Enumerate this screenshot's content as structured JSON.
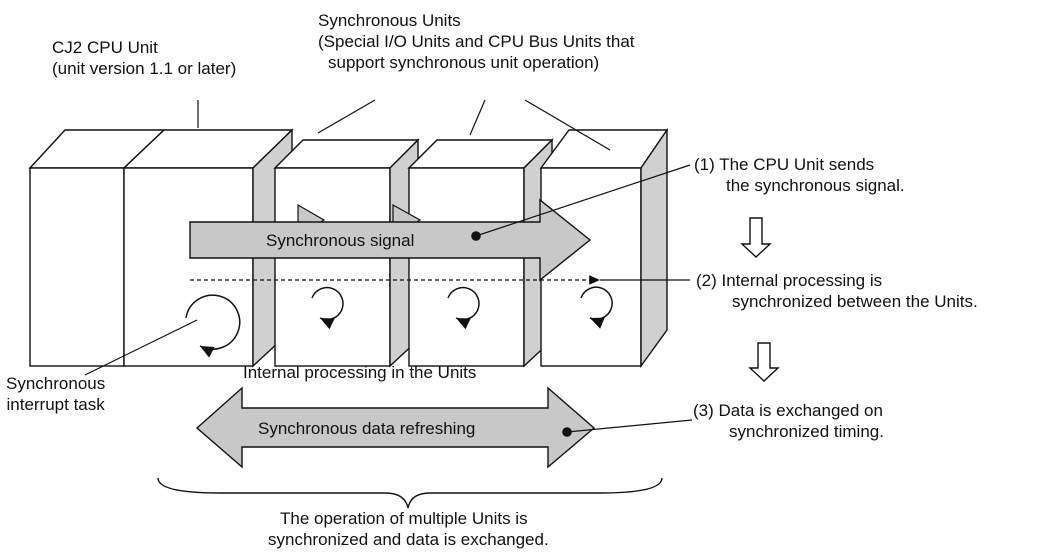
{
  "labels": {
    "cpu_unit": [
      "CJ2 CPU Unit",
      "(unit version 1.1 or later)"
    ],
    "sync_units": [
      "Synchronous Units",
      "(Special I/O Units and CPU Bus Units that",
      "support synchronous unit operation)"
    ],
    "step1": [
      "(1) The CPU Unit sends",
      "the synchronous signal."
    ],
    "step2": [
      "(2) Internal processing is",
      "synchronized between the Units."
    ],
    "step3": [
      "(3) Data is exchanged on",
      "synchronized timing."
    ],
    "sync_interrupt": [
      "Synchronous",
      "interrupt task"
    ],
    "internal_processing": "Internal processing in the Units",
    "sync_signal": "Synchronous signal",
    "sync_data": "Synchronous data refreshing",
    "bottom": [
      "The operation of multiple Units is",
      "synchronized and data is exchanged."
    ]
  },
  "colors": {
    "line": "#111111",
    "side_face": "#d0d0d0",
    "arrow_fill": "#c8c8c8"
  }
}
